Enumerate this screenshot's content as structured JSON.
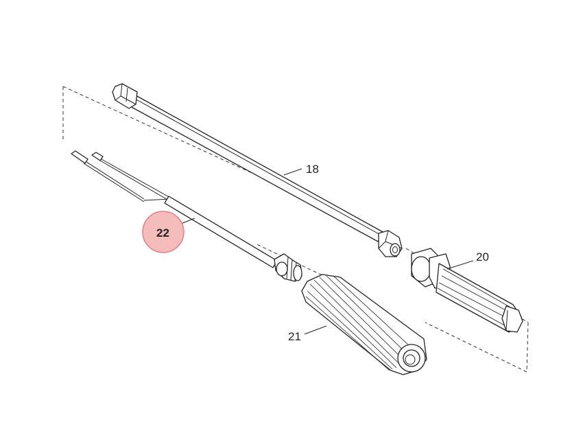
{
  "parts": [
    {
      "id": "part-18",
      "label": "18"
    },
    {
      "id": "part-20",
      "label": "20"
    },
    {
      "id": "part-21",
      "label": "21"
    },
    {
      "id": "part-22",
      "label": "22",
      "highlighted": true
    }
  ],
  "colors": {
    "highlight_fill": "#f5bcbc",
    "highlight_stroke": "#e57f7f",
    "line": "#222222"
  }
}
